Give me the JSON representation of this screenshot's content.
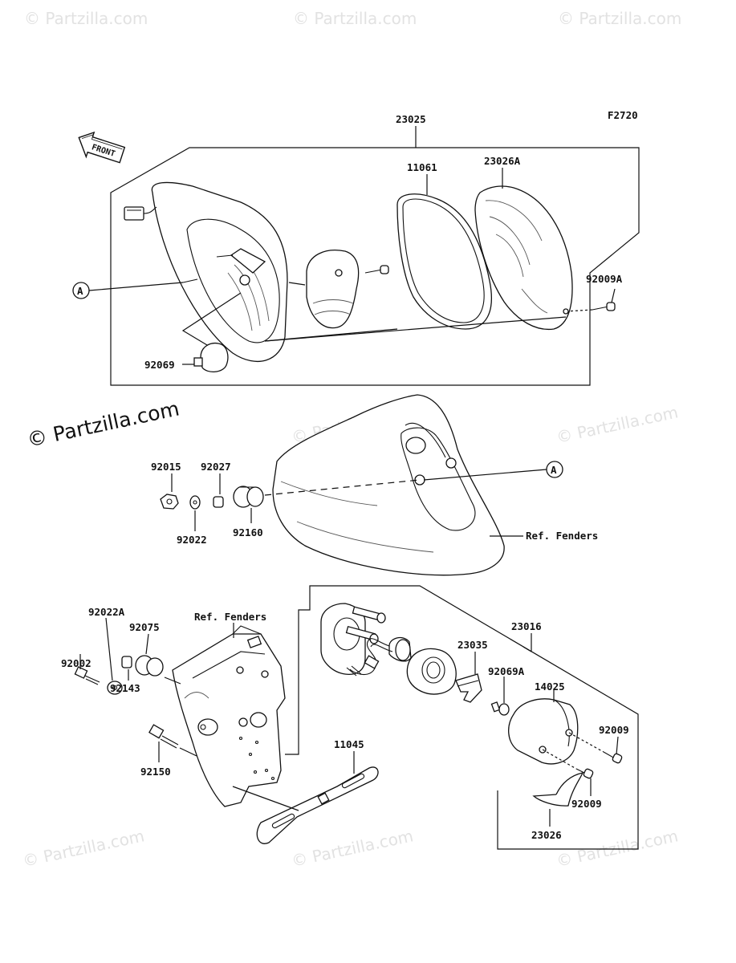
{
  "figure_code": "F2720",
  "front_label": "FRONT",
  "watermark_main": "© Partzilla.com",
  "watermark_faint": "© Partzilla.com",
  "ref_label_a": "A",
  "parts": {
    "p23025": "23025",
    "p11061": "11061",
    "p23026A": "23026A",
    "p92009A": "92009A",
    "p92069": "92069",
    "p92015": "92015",
    "p92027": "92027",
    "p92022": "92022",
    "p92160": "92160",
    "ref_fenders_1": "Ref. Fenders",
    "p92022A": "92022A",
    "p92075": "92075",
    "p92002": "92002",
    "p92143": "92143",
    "ref_fenders_2": "Ref. Fenders",
    "p92150": "92150",
    "p11045": "11045",
    "p23016": "23016",
    "p23035": "23035",
    "p92069A": "92069A",
    "p14025": "14025",
    "p92009_a": "92009",
    "p92009_b": "92009",
    "p23026": "23026"
  },
  "colors": {
    "line": "#111111",
    "watermark": "#e2e2e2",
    "background": "#ffffff"
  }
}
